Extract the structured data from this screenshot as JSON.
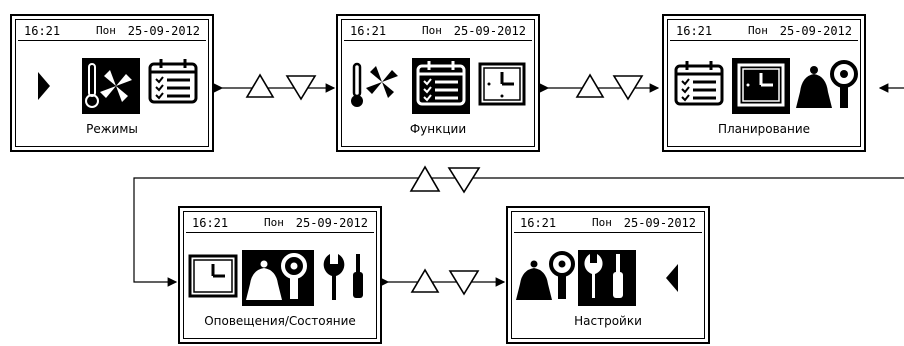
{
  "status": {
    "time": "16:21",
    "day": "Пон",
    "date": "25-09-2012"
  },
  "screens": {
    "modes": {
      "label": "Режимы"
    },
    "functions": {
      "label": "Функции"
    },
    "scheduling": {
      "label": "Планирование"
    },
    "notifications": {
      "label": "Оповещения/Состояние"
    },
    "settings": {
      "label": "Настройки"
    }
  },
  "icons": {
    "modes": [
      "play-right-icon",
      "thermometer-fan-icon",
      "calendar-checklist-icon"
    ],
    "functions": [
      "thermometer-fan-icon",
      "calendar-checklist-icon",
      "clock-icon"
    ],
    "scheduling": [
      "calendar-checklist-icon",
      "clock-icon",
      "bell-icon",
      "magnifier-icon"
    ],
    "notifications": [
      "clock-icon",
      "bell-icon",
      "magnifier-icon",
      "wrench-icon",
      "screwdriver-icon"
    ],
    "settings": [
      "bell-icon",
      "magnifier-icon",
      "tools-icon",
      "play-left-icon"
    ]
  },
  "colors": {
    "ink": "#000000",
    "paper": "#ffffff"
  }
}
